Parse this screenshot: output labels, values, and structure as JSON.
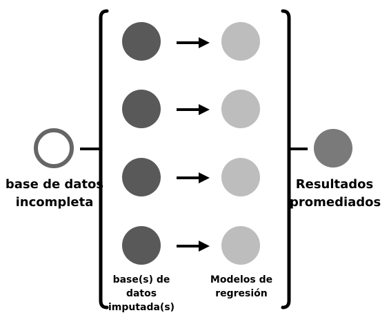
{
  "labels": {
    "input": [
      "base de datos",
      "incompleta"
    ],
    "output": [
      "Resultados",
      "promediados"
    ],
    "imputed": [
      "base(s) de datos",
      "imputada(s)"
    ],
    "models": [
      "Modelos de",
      "regresión"
    ]
  },
  "colors": {
    "input_ring": "#666666",
    "imputed_node": "#595959",
    "model_node": "#bdbdbd",
    "output_node": "#7a7a7a",
    "line": "#000000"
  },
  "rows": 4
}
